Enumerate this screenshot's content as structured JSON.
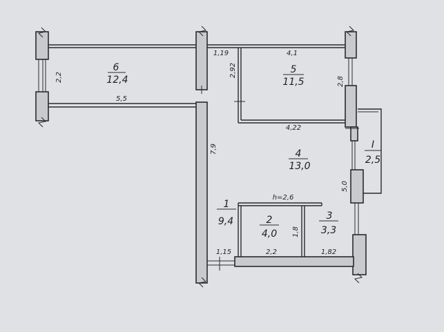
{
  "rooms": [
    {
      "id": "6",
      "area": "12,4"
    },
    {
      "id": "5",
      "area": "11,5"
    },
    {
      "id": "4",
      "area": "13,0"
    },
    {
      "id": "1",
      "area": "9,4"
    },
    {
      "id": "2",
      "area": "4,0"
    },
    {
      "id": "3",
      "area": "3,3"
    },
    {
      "id": "I",
      "area": "2,5"
    }
  ],
  "dimensions": {
    "d_2_2": "2,2",
    "d_5_5": "5,5",
    "d_1_19": "1,19",
    "d_4_1": "4,1",
    "d_2_92": "2,92",
    "d_2_8": "2,8",
    "d_4_22": "4,22",
    "d_7_9": "7,9",
    "d_5_0": "5,0",
    "d_h": "h=2,6",
    "d_1_8": "1,8",
    "d_2_2b": "2,2",
    "d_1_82": "1,82",
    "d_1_15": "1,15"
  }
}
